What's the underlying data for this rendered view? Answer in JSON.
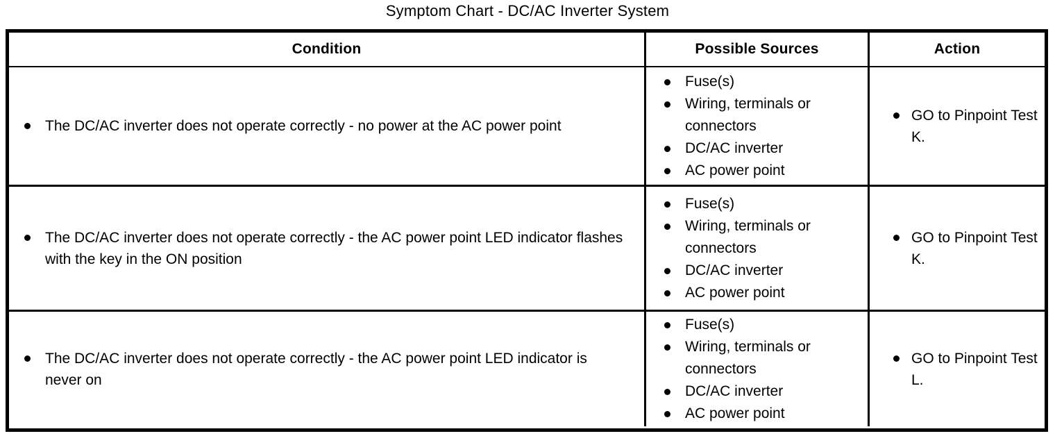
{
  "title": "Symptom Chart - DC/AC Inverter System",
  "table": {
    "headers": [
      "Condition",
      "Possible Sources",
      "Action"
    ],
    "rows": [
      {
        "condition": "The DC/AC inverter does not operate correctly - no power at the AC power point",
        "sources": [
          "Fuse(s)",
          "Wiring, terminals or connectors",
          "DC/AC inverter",
          "AC power point"
        ],
        "action": "GO to Pinpoint Test K."
      },
      {
        "condition": "The DC/AC inverter does not operate correctly - the AC power point LED indicator flashes with the key in the ON position",
        "sources": [
          "Fuse(s)",
          "Wiring, terminals or connectors",
          "DC/AC inverter",
          "AC power point"
        ],
        "action": "GO to Pinpoint Test K."
      },
      {
        "condition": "The DC/AC inverter does not operate correctly - the AC power point LED indicator is never on",
        "sources": [
          "Fuse(s)",
          "Wiring, terminals or connectors",
          "DC/AC inverter",
          "AC power point"
        ],
        "action": "GO to Pinpoint Test L."
      }
    ]
  }
}
